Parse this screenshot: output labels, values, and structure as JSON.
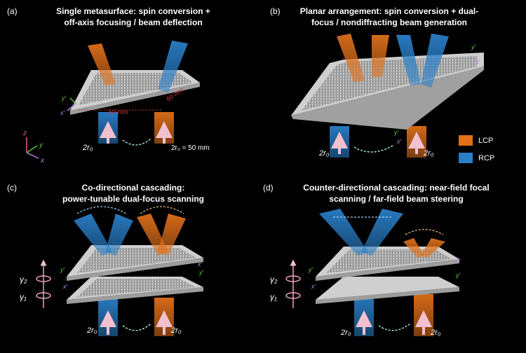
{
  "panels": [
    {
      "label": "(a)",
      "title_line1": "Single metasurface: spin conversion +",
      "title_line2": "off-axis focusing / beam deflection"
    },
    {
      "label": "(b)",
      "title_line1": "Planar arrangement: spin conversion + dual-",
      "title_line2": "focus / nondiffracting beam generation"
    },
    {
      "label": "(c)",
      "title_line1": "Co-directional cascading:",
      "title_line2": "power-tunable dual-focus scanning"
    },
    {
      "label": "(d)",
      "title_line1": "Counter-directional cascading: near-field focal",
      "title_line2": "scanning / far-field beam steering"
    }
  ],
  "annotations": {
    "dim_x": "60 mm",
    "dim_y": "60 mm",
    "beam_size": "2r₀ ≈ 50 mm",
    "beam_r0": "2r₀",
    "axis_x": "x",
    "axis_y": "y",
    "axis_z": "z",
    "prime_x": "x′",
    "prime_y": "y′",
    "gamma1": "γ₁",
    "gamma2": "γ₂"
  },
  "legend": [
    {
      "label": "LCP",
      "color": "#e0701a"
    },
    {
      "label": "RCP",
      "color": "#2a7fc9"
    }
  ],
  "colors": {
    "lcp": "#e0701a",
    "rcp": "#2a7fc9",
    "arrow_pink": "#f0a0b8",
    "axis_x": "#c080e0",
    "axis_y": "#60c040",
    "axis_z": "#e06090"
  }
}
